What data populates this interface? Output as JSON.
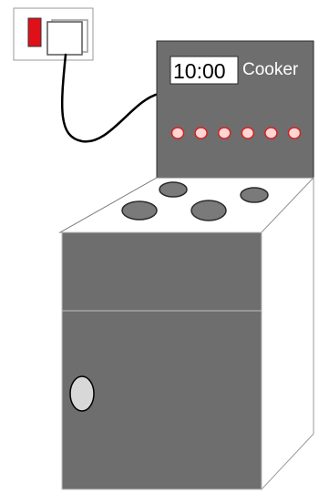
{
  "cooker": {
    "clock_time": "10:00",
    "label": "Cooker",
    "indicator_count": 6,
    "burner_count": 4
  },
  "colors": {
    "body": "#6e6e6e",
    "body_dark": "#5f5f5f",
    "outline": "#2a2a2a",
    "hob_top": "#ffffff",
    "burner": "#7a7a7a",
    "indicator_fill": "#ffd6d6",
    "indicator_stroke": "#d42020",
    "switch_red": "#e0101a",
    "door_handle": "#d8d8d8",
    "cable": "#000000"
  }
}
